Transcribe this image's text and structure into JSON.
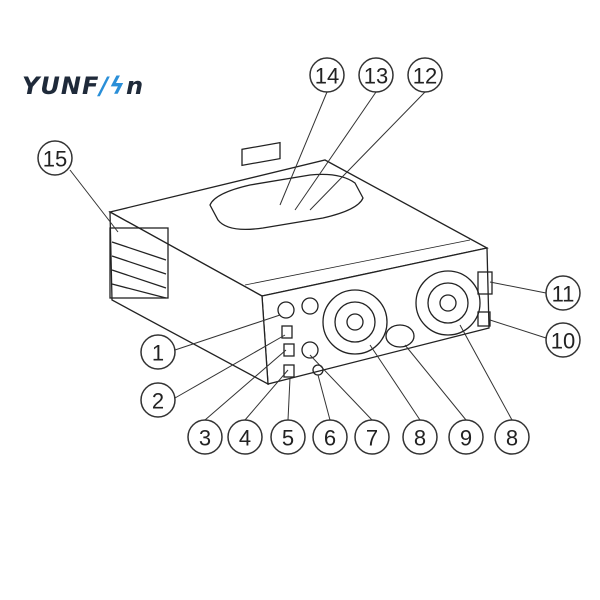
{
  "logo": {
    "text_left": "YUNF",
    "text_bolt": "/ϟ",
    "text_right": "n",
    "brand": "yunfan",
    "accent": "#2a8fd8"
  },
  "callouts": [
    "14",
    "13",
    "12",
    "15",
    "11",
    "10",
    "1",
    "2",
    "3",
    "4",
    "5",
    "6",
    "7",
    "8",
    "9",
    "8"
  ]
}
